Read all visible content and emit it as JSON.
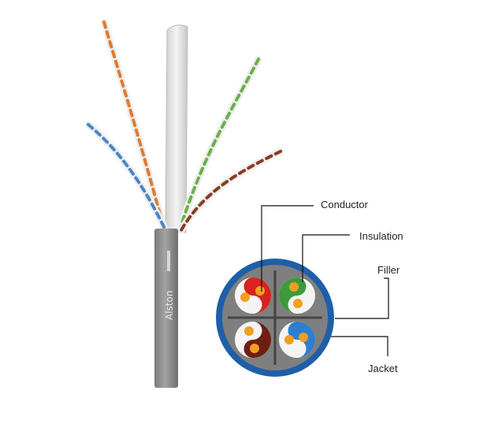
{
  "cable": {
    "brand": "Alston",
    "colors": {
      "jacket_gray": "#8f8f8f",
      "outer_blue": "#1f5fa8",
      "pair_orange": "#e07a2e",
      "pair_blue": "#4a86c8",
      "pair_green": "#6bb04a",
      "pair_brown": "#8a3a22",
      "core_red": "#d8231e",
      "conductor_copper": "#f0a020"
    }
  },
  "labels": {
    "conductor": "Conductor",
    "insulation": "Insulation",
    "filler": "Filler",
    "jacket": "Jacket"
  }
}
